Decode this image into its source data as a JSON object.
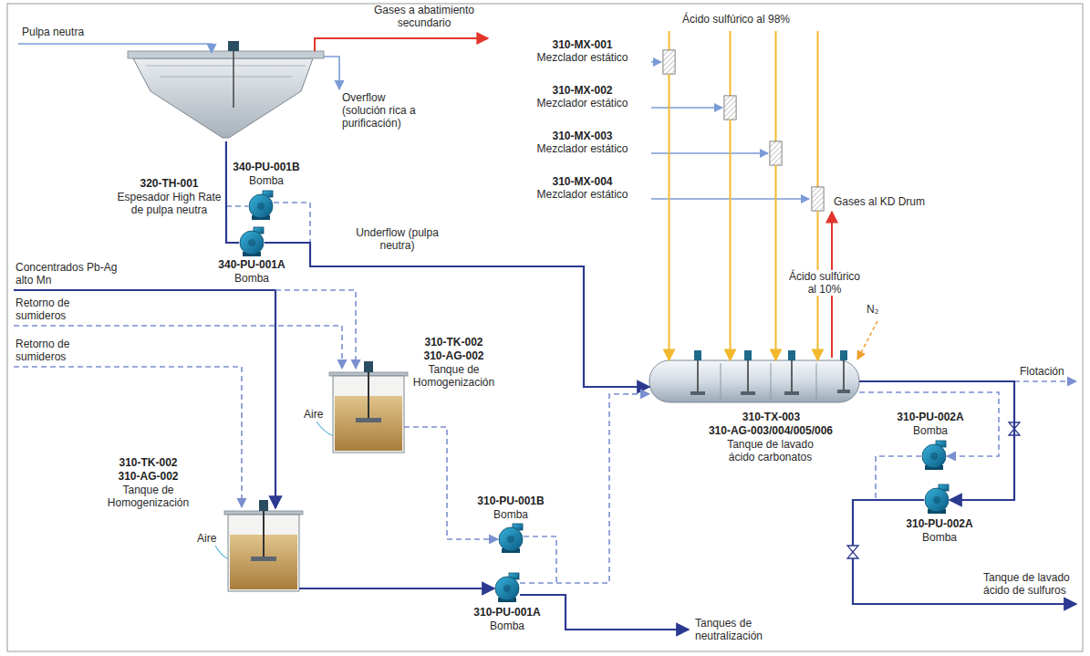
{
  "diagram": {
    "nodes": [
      {
        "text": [
          "320-TH-001",
          "Espesador High Rate de pulpa neutra"
        ]
      },
      {
        "text": [
          "340-PU-001B",
          "Bomba"
        ]
      },
      {
        "text": [
          "340-PU-001A",
          "Bomba"
        ]
      },
      {
        "text": [
          "310-MX-001",
          "Mezclador estático"
        ]
      },
      {
        "text": [
          "310-MX-002",
          "Mezclador estático"
        ]
      },
      {
        "text": [
          "310-MX-003",
          "Mezclador estático"
        ]
      },
      {
        "text": [
          "310-MX-004",
          "Mezclador estático"
        ]
      },
      {
        "text": [
          "310-TK-002",
          "310-AG-002",
          "Tanque de Homogenización"
        ]
      },
      {
        "text": [
          "310-TK-002",
          "310-AG-002",
          "Tanque de Homogenización"
        ]
      },
      {
        "text": [
          "310-PU-001B",
          "Bomba"
        ]
      },
      {
        "text": [
          "310-PU-001A",
          "Bomba"
        ]
      },
      {
        "text": [
          "310-TX-003",
          "310-AG-003/004/005/006",
          "Tanque de lavado ácido carbonatos"
        ]
      },
      {
        "text": [
          "310-PU-002A",
          "Bomba"
        ]
      },
      {
        "text": [
          "310-PU-002A",
          "Bomba"
        ]
      }
    ],
    "edges": [
      {
        "from": 0,
        "to": 2,
        "arrow": "none"
      },
      {
        "from": 2,
        "to": 11,
        "arrow": "to",
        "label": "Underflow (pulpa neutra)"
      },
      {
        "from": 3,
        "to": 11,
        "arrow": "to"
      },
      {
        "from": 4,
        "to": 11,
        "arrow": "to"
      },
      {
        "from": 5,
        "to": 11,
        "arrow": "to"
      },
      {
        "from": 6,
        "to": 11,
        "arrow": "to"
      },
      {
        "from": 7,
        "to": 9,
        "arrow": "to"
      },
      {
        "from": 8,
        "to": 10,
        "arrow": "to"
      },
      {
        "from": 10,
        "to": 11,
        "arrow": "to"
      },
      {
        "from": 11,
        "to": 13,
        "arrow": "to"
      },
      {
        "from": 11,
        "to": 12,
        "arrow": "to"
      }
    ],
    "labels": [
      "Pulpa neutra",
      "Gases a abatimiento secundario",
      "Overflow (solución rica a purificación)",
      "Ácido sulfúrico al 98%",
      "Gases al KD Drum",
      "Ácido sulfúrico al 10%",
      "N₂",
      "Flotación",
      "Concentrados Pb-Ag alto Mn",
      "Retorno de sumideros",
      "Retorno de sumideros",
      "Aire",
      "Aire",
      "Tanques de neutralización",
      "Tanque de lavado ácido de sulfuros"
    ]
  }
}
